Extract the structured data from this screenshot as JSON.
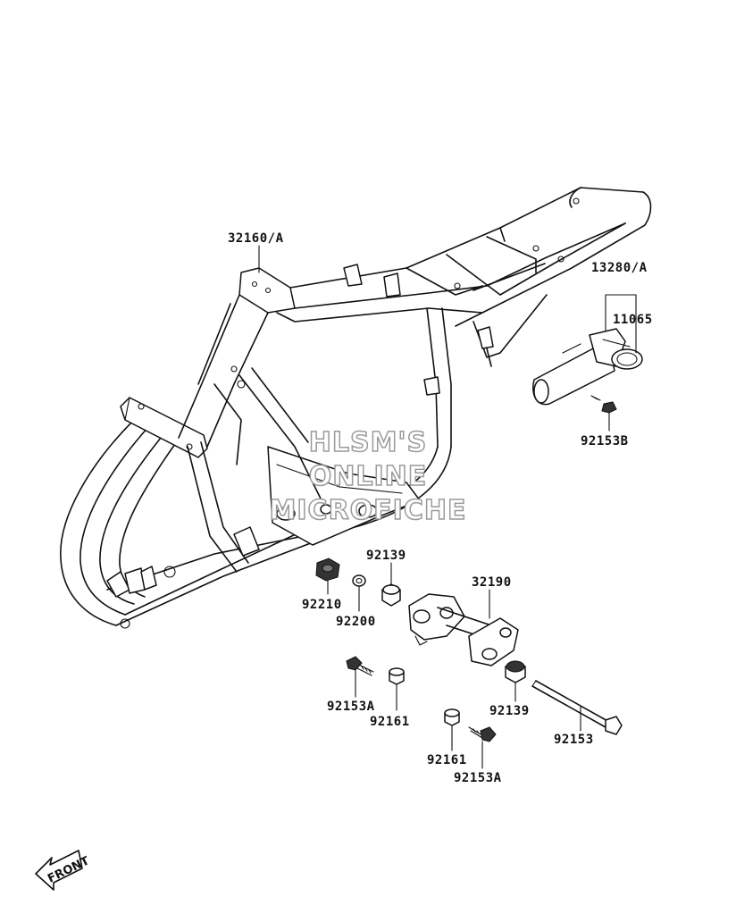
{
  "callouts": [
    {
      "id": "frame",
      "text": "32160/A"
    },
    {
      "id": "starter-assy",
      "text": "13280/A"
    },
    {
      "id": "starter-cover",
      "text": "11065"
    },
    {
      "id": "starter-bolt",
      "text": "92153B"
    },
    {
      "id": "nut",
      "text": "92210"
    },
    {
      "id": "washer",
      "text": "92200"
    },
    {
      "id": "bush-upper",
      "text": "92139"
    },
    {
      "id": "engine-bracket",
      "text": "32190"
    },
    {
      "id": "bolt-left",
      "text": "92153A"
    },
    {
      "id": "collar-left",
      "text": "92161"
    },
    {
      "id": "bush-lower",
      "text": "92139"
    },
    {
      "id": "long-bolt",
      "text": "92153"
    },
    {
      "id": "collar-lower",
      "text": "92161"
    },
    {
      "id": "bolt-lower",
      "text": "92153A"
    }
  ],
  "watermark": {
    "line1": "HLSM'S",
    "line2": "ONLINE",
    "line3": "MICROFICHE"
  },
  "front_marker": {
    "text": "FRONT"
  }
}
